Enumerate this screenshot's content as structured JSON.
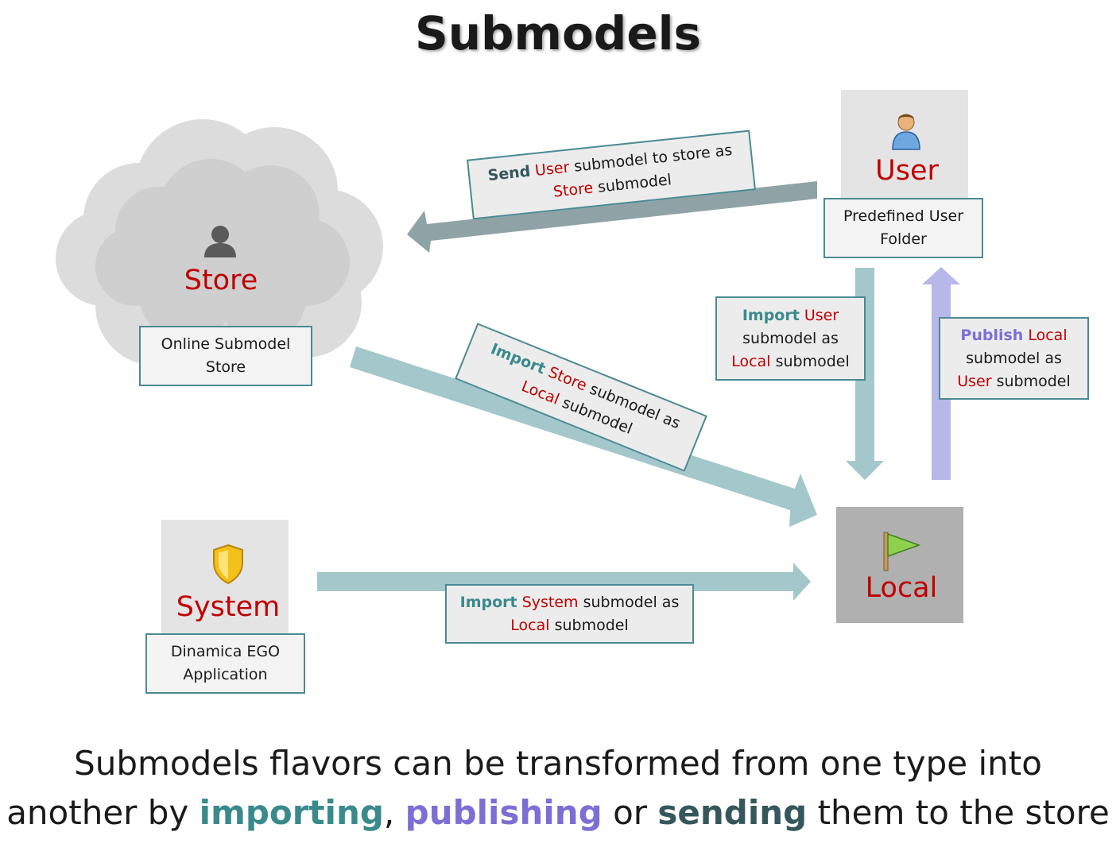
{
  "title": "Submodels",
  "nodes": {
    "store": {
      "label": "Store",
      "info_line1": "Online Submodel",
      "info_line2": "Store"
    },
    "user": {
      "label": "User",
      "info_line1": "Predefined User",
      "info_line2": "Folder"
    },
    "system": {
      "label": "System",
      "info_line1": "Dinamica EGO",
      "info_line2": "Application"
    },
    "local": {
      "label": "Local"
    }
  },
  "edges": {
    "send": {
      "verb": "Send",
      "src": "User",
      "mid1": "submodel to store as",
      "dst": "Store",
      "tail": "submodel"
    },
    "import_store": {
      "verb": "Import",
      "src": "Store",
      "mid1": "submodel as",
      "dst": "Local",
      "tail": "submodel"
    },
    "import_user": {
      "verb": "Import",
      "src": "User",
      "mid1": "submodel as",
      "dst": "Local",
      "tail": "submodel"
    },
    "publish": {
      "verb": "Publish",
      "src": "Local",
      "mid1": "submodel as",
      "dst": "User",
      "tail": "submodel"
    },
    "import_system": {
      "verb": "Import",
      "src": "System",
      "mid1": "submodel as",
      "dst": "Local",
      "tail": "submodel"
    }
  },
  "caption": {
    "line1": "Submodels flavors can be transformed from one type into",
    "line2_a": "another by",
    "importing": "importing",
    "comma": ",",
    "publishing": "publishing",
    "or": "or",
    "sending": "sending",
    "line2_b": "them to the store"
  },
  "colors": {
    "import": "#3a8a8c",
    "publish": "#7b6fd6",
    "send": "#35575c",
    "node_label": "#c00000",
    "arrow_import": "#a3c7cb",
    "arrow_publish": "#b7b7e9",
    "arrow_send": "#8fa3a6"
  },
  "icons": [
    "user-icon",
    "flag-icon",
    "shield-icon",
    "person-silhouette-icon",
    "cloud-icon"
  ]
}
